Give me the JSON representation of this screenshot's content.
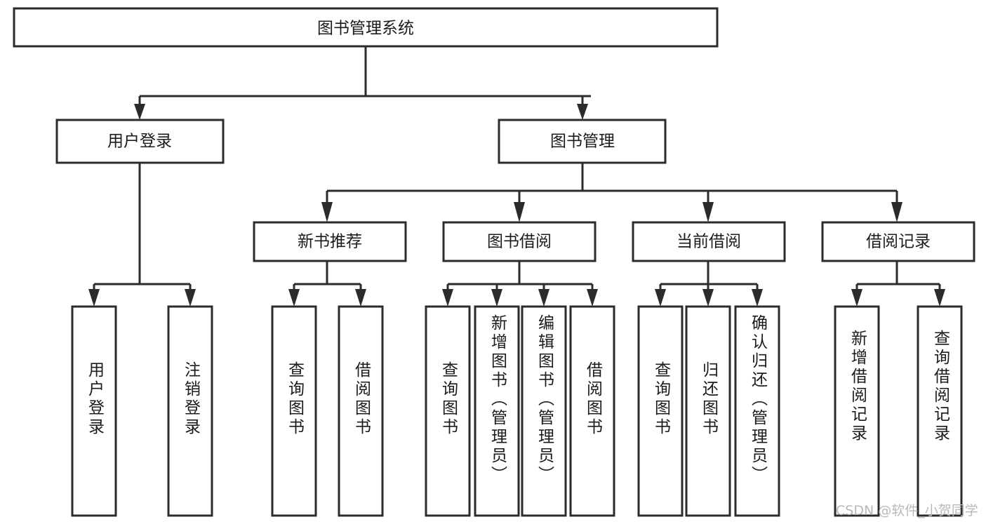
{
  "diagram": {
    "type": "tree",
    "title": "图书管理系统",
    "root": {
      "id": "root",
      "label": "图书管理系统"
    },
    "level2": [
      {
        "id": "user-login",
        "label": "用户登录"
      },
      {
        "id": "book-manage",
        "label": "图书管理"
      }
    ],
    "level3": [
      {
        "id": "new-book-rec",
        "label": "新书推荐",
        "parent": "book-manage"
      },
      {
        "id": "book-borrow",
        "label": "图书借阅",
        "parent": "book-manage"
      },
      {
        "id": "current-borrow",
        "label": "当前借阅",
        "parent": "book-manage"
      },
      {
        "id": "borrow-record",
        "label": "借阅记录",
        "parent": "book-manage"
      }
    ],
    "leaves": [
      {
        "id": "leaf-user-login",
        "label": "用户登录",
        "parent": "user-login"
      },
      {
        "id": "leaf-logout",
        "label": "注销登录",
        "parent": "user-login"
      },
      {
        "id": "leaf-query-book-1",
        "label": "查询图书",
        "parent": "new-book-rec"
      },
      {
        "id": "leaf-borrow-book-1",
        "label": "借阅图书",
        "parent": "new-book-rec"
      },
      {
        "id": "leaf-query-book-2",
        "label": "查询图书",
        "parent": "book-borrow"
      },
      {
        "id": "leaf-add-book",
        "label": "新增图书（管理员）",
        "parent": "book-borrow"
      },
      {
        "id": "leaf-edit-book",
        "label": "编辑图书（管理员）",
        "parent": "book-borrow"
      },
      {
        "id": "leaf-borrow-book-2",
        "label": "借阅图书",
        "parent": "book-borrow"
      },
      {
        "id": "leaf-query-book-3",
        "label": "查询图书",
        "parent": "current-borrow"
      },
      {
        "id": "leaf-return-book",
        "label": "归还图书",
        "parent": "current-borrow"
      },
      {
        "id": "leaf-confirm-return",
        "label": "确认归还（管理员）",
        "parent": "current-borrow"
      },
      {
        "id": "leaf-add-record",
        "label": "新增借阅记录",
        "parent": "borrow-record"
      },
      {
        "id": "leaf-query-record",
        "label": "查询借阅记录",
        "parent": "borrow-record"
      }
    ],
    "colors": {
      "stroke": "#2b2b2b",
      "fill": "#ffffff",
      "text": "#1b1b1b",
      "background": "#ffffff",
      "watermark": "#b9b9b9"
    }
  },
  "watermark": {
    "text": "CSDN @软件_小贺同学"
  }
}
